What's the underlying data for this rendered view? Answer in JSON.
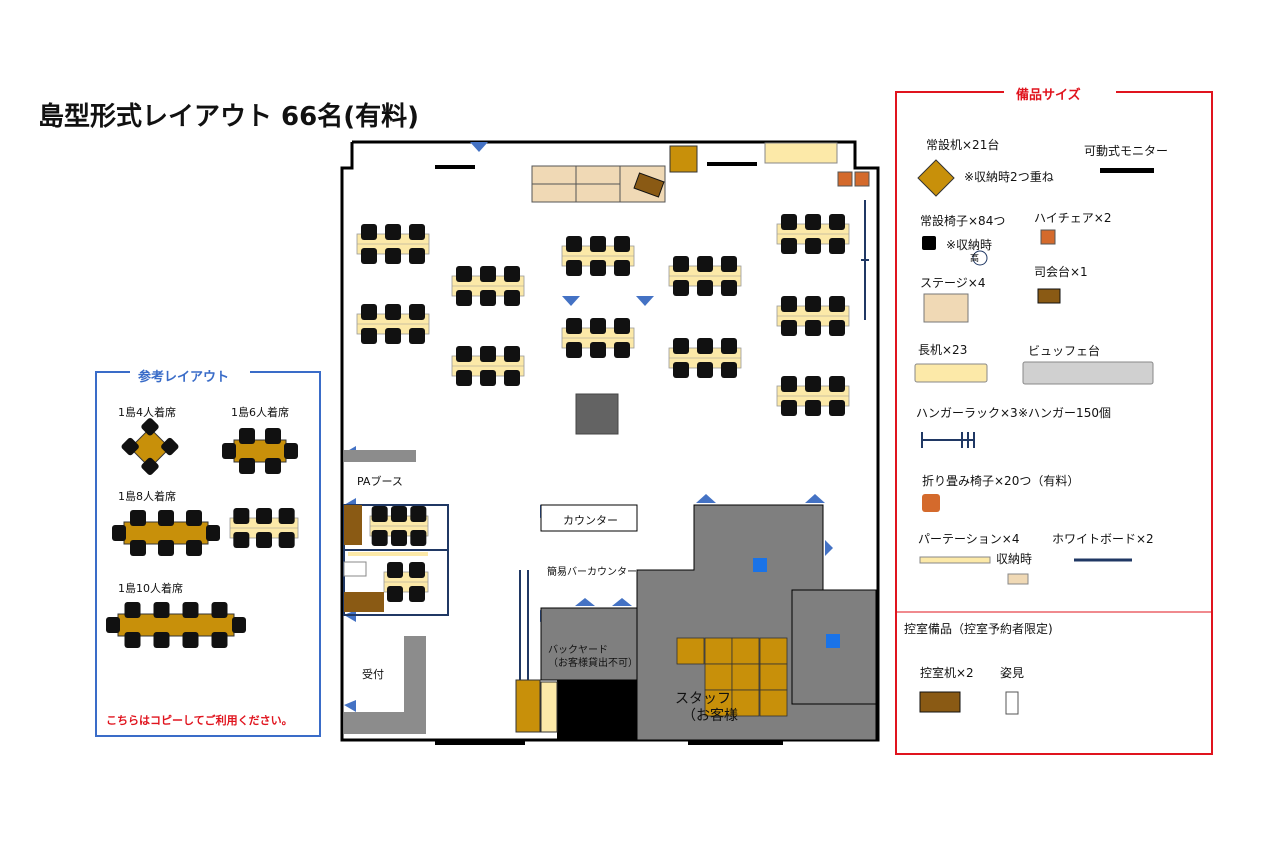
{
  "title": "島型形式レイアウト 66名(有料)",
  "floor": {
    "pa_booth": "PAブース",
    "counter": "カウンター",
    "bar_counter": "簡易バーカウンター",
    "backyard": "バックヤード",
    "backyard_note": "（お客様貸出不可）",
    "reception": "受付",
    "staff": "スタッフ",
    "staff_note": "（お客様",
    "restroom_icon_1": "restroom",
    "restroom_icon_2": "restroom"
  },
  "reference": {
    "title": "参考レイアウト",
    "island4": "1島4人着席",
    "island6": "1島6人着席",
    "island8": "1島8人着席",
    "island10": "1島10人着席",
    "copy_note": "こちらはコピーしてご利用ください。"
  },
  "equipment": {
    "title": "備品サイズ",
    "fixed_desk": "常設机×21台",
    "fixed_desk_note": "※収納時2つ重ね",
    "monitor": "可動式モニター",
    "fixed_chair": "常設椅子×84つ",
    "fixed_chair_note": "※収納時",
    "fixed_chair_note2": "高",
    "high_chair": "ハイチェア×2",
    "stage": "ステージ×4",
    "podium": "司会台×1",
    "long_desk": "長机×23",
    "buffet": "ビュッフェ台",
    "hanger": "ハンガーラック×3",
    "hanger_note": "※ハンガー150個",
    "folding_chair": "折り畳み椅子×20つ（有料）",
    "partition": "パーテーション×4",
    "partition_note": "収納時",
    "whiteboard": "ホワイトボード×2",
    "greenroom_title": "控室備品（控室予約者限定)",
    "greenroom_desk": "控室机×2",
    "mirror": "姿見"
  },
  "colors": {
    "desk": "#fce9a8",
    "chair": "#111111",
    "gold": "#c8900a",
    "stage": "#f0d9b5",
    "gray": "#7f7f7f",
    "blue_marker": "#4472c4",
    "red_frame": "#e0141e",
    "brown": "#8a5a14"
  }
}
